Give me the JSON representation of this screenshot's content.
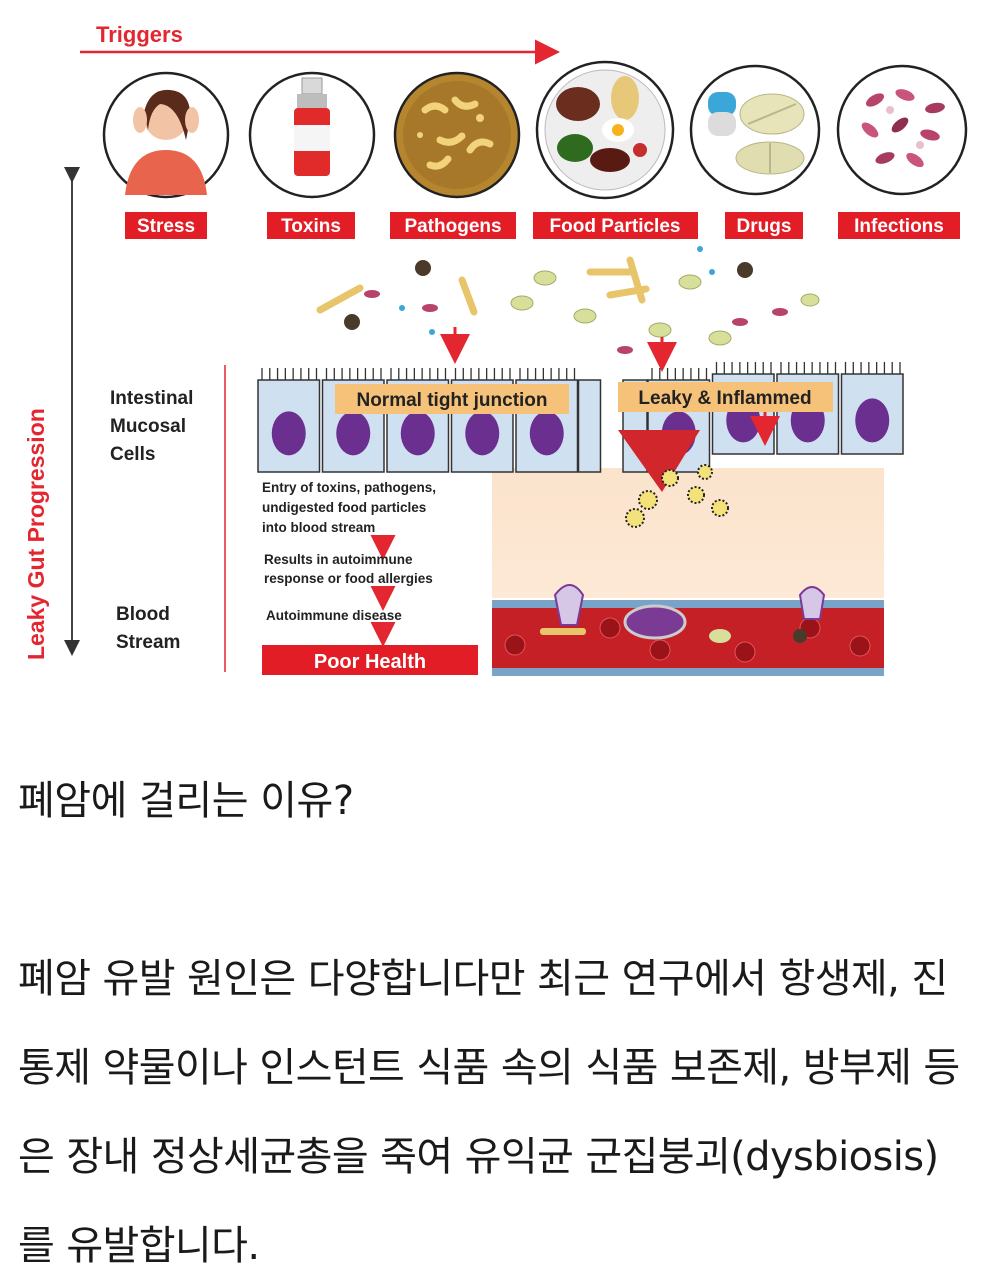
{
  "diagram": {
    "triggers_label": "Triggers",
    "progression_label": "Leaky Gut Progression",
    "triggers": [
      {
        "label": "Stress",
        "icon": "stressed-woman-icon"
      },
      {
        "label": "Toxins",
        "icon": "spray-bottle-icon"
      },
      {
        "label": "Pathogens",
        "icon": "bacteria-dish-icon"
      },
      {
        "label": "Food Particles",
        "icon": "food-plate-icon"
      },
      {
        "label": "Drugs",
        "icon": "pills-icon"
      },
      {
        "label": "Infections",
        "icon": "microbes-icon"
      }
    ],
    "layers": {
      "mucosal": "Intestinal\nMucosal\nCells",
      "blood": "Blood\nStream"
    },
    "callouts": {
      "normal": "Normal tight junction",
      "leaky": "Leaky & Inflammed"
    },
    "flow": {
      "step1": "Entry of toxins, pathogens,\nundigested food particles\ninto blood stream",
      "step2": "Results in autoimmune\nresponse or food allergies",
      "step3": "Autoimmune disease",
      "result": "Poor Health"
    },
    "colors": {
      "accent_red": "#e3262f",
      "label_red": "#e31d26",
      "cell_blue": "#cfe0f1",
      "nucleus": "#6a2f8f",
      "callout_orange": "#f6c27a",
      "blood_red": "#c42025"
    }
  },
  "article": {
    "question": "폐암에 걸리는 이유?",
    "paragraph": "폐암 유발 원인은 다양합니다만 최근 연구에서 항생제, 진통제 약물이나 인스턴트 식품 속의 식품 보존제, 방부제 등은 장내 정상세균총을 죽여 유익균 군집붕괴(dysbiosis)를 유발합니다."
  }
}
